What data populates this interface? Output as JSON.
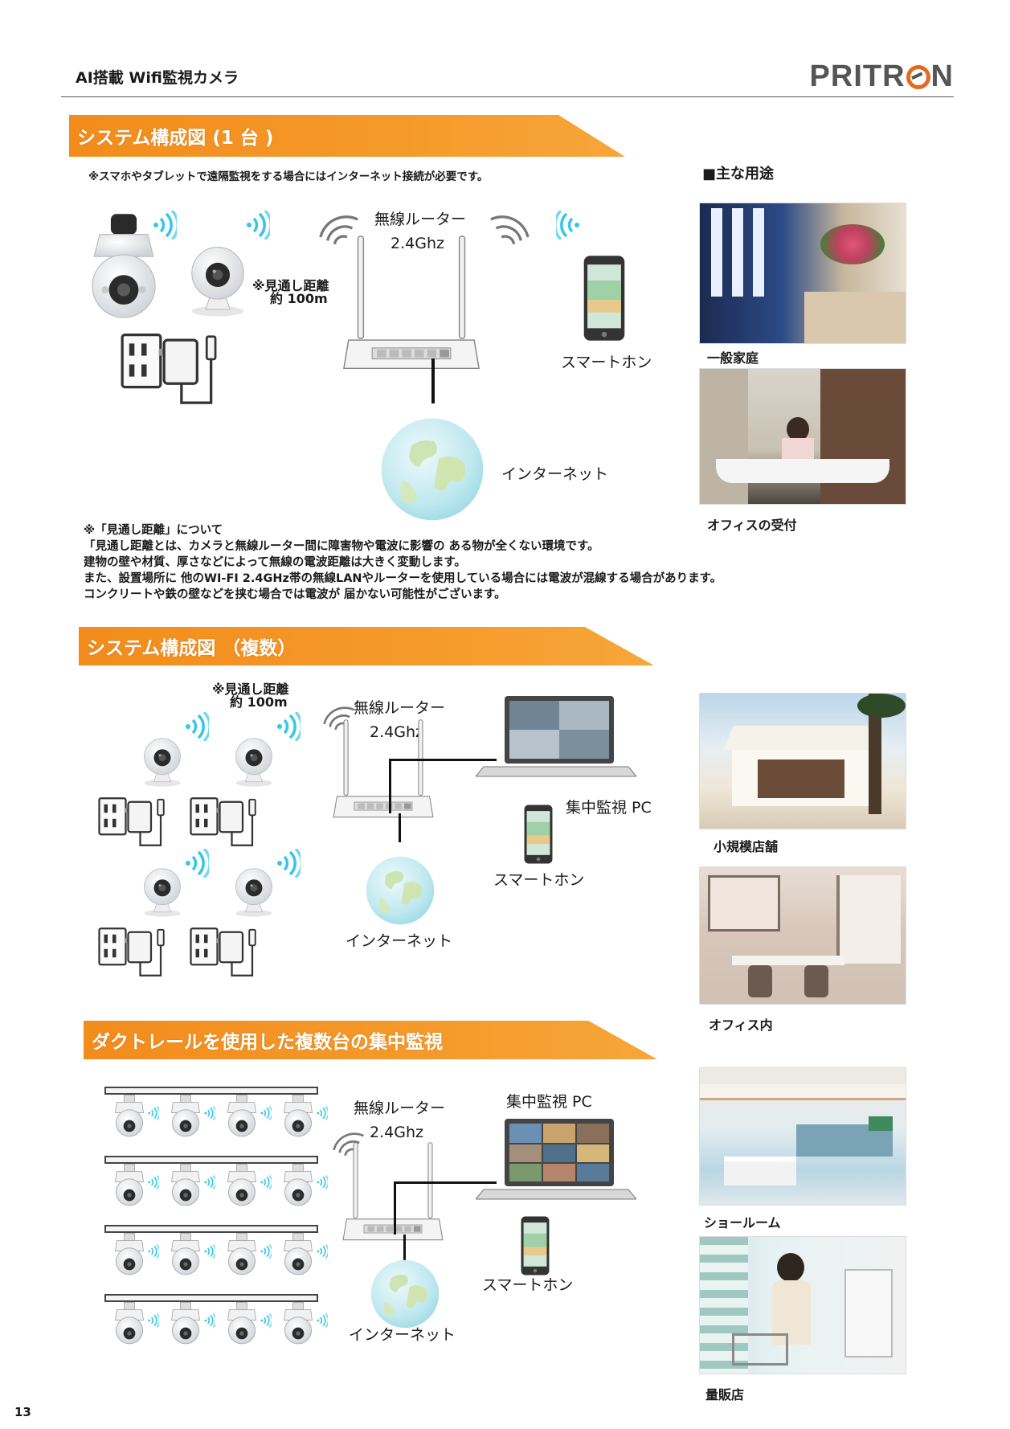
{
  "header": {
    "title": "AI搭載 Wifi監視カメラ",
    "logo": {
      "part1": "PRITR",
      "part2": "N"
    }
  },
  "colors": {
    "accent": "#f28c1c",
    "logo_o": "#e46b1d",
    "wifi": "#34c7e8"
  },
  "section1": {
    "heading": "システム構成図 (1 台 )",
    "note": "※スマホやタブレットで遠隔監視をする場合にはインターネット接続が必要です。",
    "router_label": "無線ルーター",
    "router_freq": "2.4Ghz",
    "distance_line1": "※見通し距離",
    "distance_line2": "約 100m",
    "smartphone": "スマートホン",
    "internet": "インターネット"
  },
  "uses": {
    "heading": "■主な用途",
    "items": [
      "一般家庭",
      "オフィスの受付",
      "小規模店舗",
      "オフィス内",
      "ショールーム",
      "量販店"
    ]
  },
  "distance_note": {
    "lines": [
      "※「見通し距離」について",
      "「見通し距離とは、カメラと無線ルーター間に障害物や電波に影響の ある物が全くない環境です。",
      "建物の壁や材質、厚さなどによって無線の電波距離は大きく変動します。",
      "また、設置場所に 他のWI-FI 2.4GHz帯の無線LANやルーターを使用している場合には電波が混線する場合があります。",
      "コンクリートや鉄の壁などを挟む場合では電波が 届かない可能性がございます。"
    ]
  },
  "section2": {
    "heading": "システム構成図 （複数）",
    "distance_line1": "※見通し距離",
    "distance_line2": "約 100m",
    "router_label": "無線ルーター",
    "router_freq": "2.4Ghz",
    "pc": "集中監視 PC",
    "smartphone": "スマートホン",
    "internet": "インターネット"
  },
  "section3": {
    "heading": "ダクトレールを使用した複数台の集中監視",
    "router_label": "無線ルーター",
    "router_freq": "2.4Ghz",
    "pc": "集中監視 PC",
    "smartphone": "スマートホン",
    "internet": "インターネット"
  },
  "footer": {
    "page_number": "13"
  }
}
